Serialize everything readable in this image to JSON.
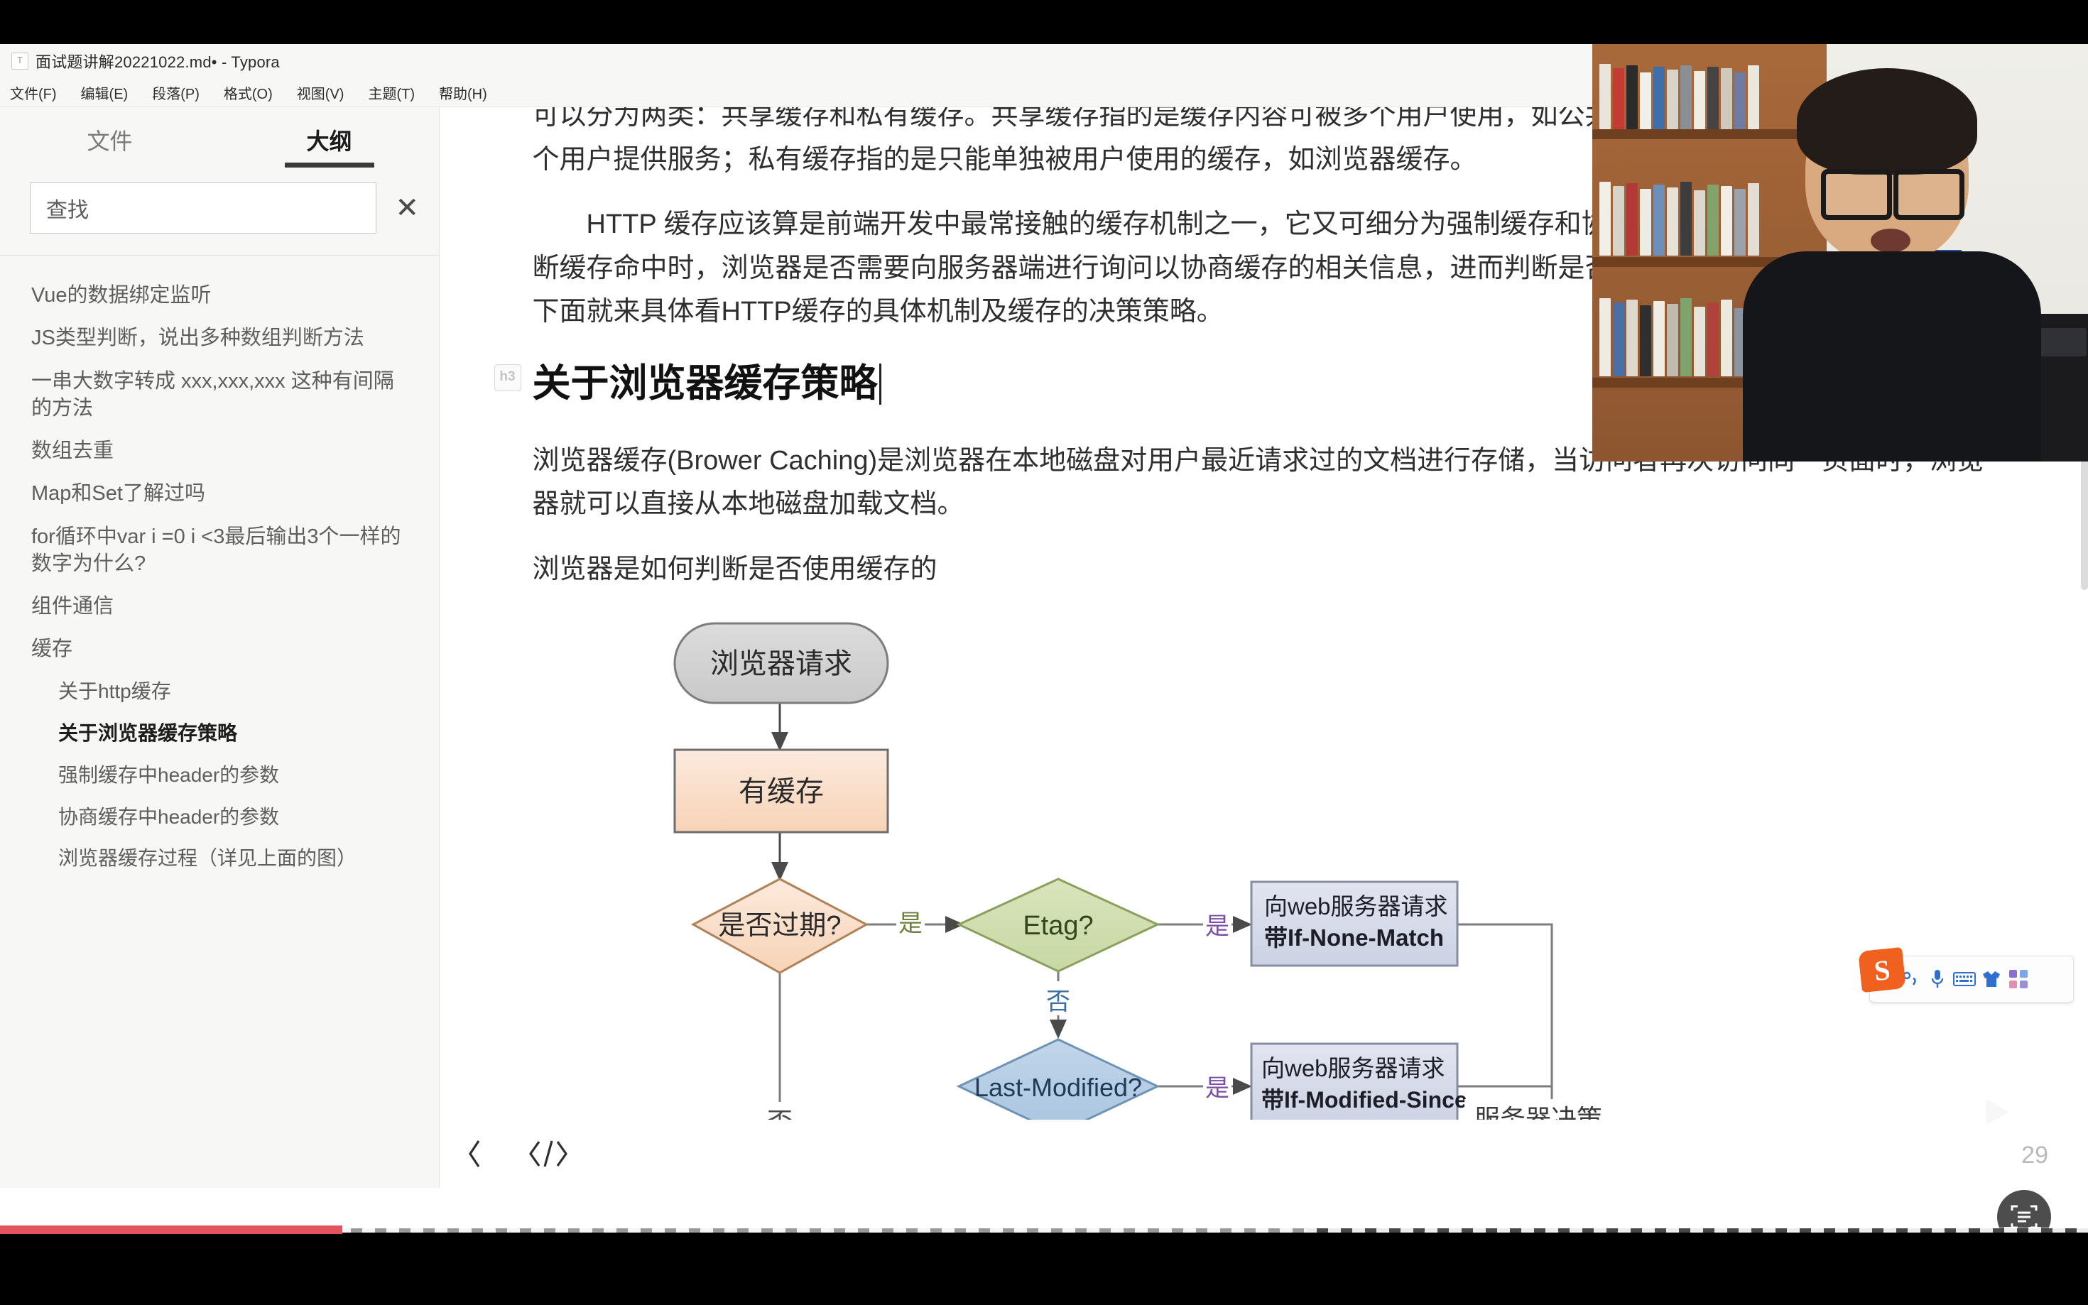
{
  "window": {
    "title": "面试题讲解20221022.md• - Typora",
    "icon": "typora-doc-icon",
    "controls": {
      "minimize": "—",
      "restore": "❐"
    }
  },
  "menubar": {
    "items": [
      {
        "label": "文件(F)"
      },
      {
        "label": "编辑(E)"
      },
      {
        "label": "段落(P)"
      },
      {
        "label": "格式(O)"
      },
      {
        "label": "视图(V)"
      },
      {
        "label": "主题(T)"
      },
      {
        "label": "帮助(H)"
      }
    ]
  },
  "sidebar": {
    "tabs": [
      {
        "label": "文件",
        "active": false
      },
      {
        "label": "大纲",
        "active": true
      }
    ],
    "search": {
      "placeholder": "查找",
      "value": "",
      "clear_label": "✕"
    },
    "outline": [
      {
        "label": "Vue的数据绑定监听",
        "level": 1,
        "active": false
      },
      {
        "label": "JS类型判断，说出多种数组判断方法",
        "level": 1,
        "active": false
      },
      {
        "label": "一串大数字转成 xxx,xxx,xxx 这种有间隔的方法",
        "level": 1,
        "active": false
      },
      {
        "label": "数组去重",
        "level": 1,
        "active": false
      },
      {
        "label": "Map和Set了解过吗",
        "level": 1,
        "active": false
      },
      {
        "label": "for循环中var i =0 i <3最后输出3个一样的数字为什么?",
        "level": 1,
        "active": false
      },
      {
        "label": "组件通信",
        "level": 1,
        "active": false
      },
      {
        "label": "缓存",
        "level": 1,
        "active": false
      },
      {
        "label": "关于http缓存",
        "level": 2,
        "active": false
      },
      {
        "label": "关于浏览器缓存策略",
        "level": 2,
        "active": true
      },
      {
        "label": "强制缓存中header的参数",
        "level": 2,
        "active": false
      },
      {
        "label": "协商缓存中header的参数",
        "level": 2,
        "active": false
      },
      {
        "label": "浏览器缓存过程（详见上面的图）",
        "level": 2,
        "active": false
      }
    ]
  },
  "document": {
    "paragraph_clipped": "可以分为两类：共享缓存和私有缓存。共享缓存指的是缓存内容可被多个用户使用，如公共代理服务器上的缓存，可以为多个用户提供服务；私有缓存指的是只能单独被用户使用的缓存，如浏览器缓存。",
    "paragraph_http": "HTTP 缓存应该算是前端开发中最常接触的缓存机制之一，它又可细分为强制缓存和协商缓存，二者最大的区别在于判断缓存命中时，浏览器是否需要向服务器端进行询问以协商缓存的相关信息，进而判断是否需要就响应内容进行重新请求。下面就来具体看HTTP缓存的具体机制及缓存的决策策略。",
    "heading": "关于浏览器缓存策略",
    "heading_badge": "h3",
    "paragraph_browser": "浏览器缓存(Brower Caching)是浏览器在本地磁盘对用户最近请求过的文档进行存储，当访问者再次访问同一页面时，浏览器就可以直接从本地磁盘加载文档。",
    "paragraph_question": "浏览器是如何判断是否使用缓存的"
  },
  "flowchart": {
    "nodes": [
      {
        "id": "start",
        "label": "浏览器请求",
        "shape": "rounded",
        "fill": "#d4d4d4",
        "stroke": "#7d7d7d"
      },
      {
        "id": "cache",
        "label": "有缓存",
        "shape": "rect",
        "fill": "#fbe0cd",
        "stroke": "#6e6e6e"
      },
      {
        "id": "expired",
        "label": "是否过期?",
        "shape": "diamond",
        "fill": "#fbd9bd",
        "stroke": "#b08257"
      },
      {
        "id": "etag",
        "label": "Etag?",
        "shape": "diamond",
        "fill": "#d2dfb0",
        "stroke": "#8aa05c"
      },
      {
        "id": "lastmod",
        "label": "Last-Modified?",
        "shape": "diamond",
        "fill": "#b6cde6",
        "stroke": "#6f93b5"
      },
      {
        "id": "reqmatch",
        "label_1": "向web服务器请求",
        "label_2": "带If-None-Match",
        "shape": "rect",
        "fill": "#d8dcea",
        "stroke": "#868ea3"
      },
      {
        "id": "reqsince",
        "label_1": "向web服务器请求",
        "label_2": "带If-Modified-Since",
        "shape": "rect",
        "fill": "#d8dcea",
        "stroke": "#868ea3"
      }
    ],
    "edge_labels": [
      {
        "id": "expired-yes",
        "text": "是",
        "color": "#6d7f3c"
      },
      {
        "id": "expired-no",
        "text": "否",
        "color": "#4a4a4a"
      },
      {
        "id": "etag-no",
        "text": "否",
        "color": "#3a6ea5"
      },
      {
        "id": "etag-yes",
        "text": "是",
        "color": "#7b4ea8"
      },
      {
        "id": "lastmod-yes",
        "text": "是",
        "color": "#7b4ea8"
      },
      {
        "id": "server-decision",
        "text": "服务器决策",
        "color": "#3a3a3a"
      }
    ]
  },
  "editor_bar": {
    "outline_toggle": "‹",
    "source_code_toggle": "</>",
    "word_count": "29"
  },
  "ime": {
    "name": "搜狗输入法",
    "logo": "S",
    "buttons": [
      {
        "icon": "chinese-mode-icon",
        "label": "中"
      },
      {
        "icon": "punctuation-icon",
        "label": "°,"
      },
      {
        "icon": "microphone-icon",
        "label": "mic"
      },
      {
        "icon": "keyboard-icon",
        "label": "keyboard"
      },
      {
        "icon": "skin-icon",
        "label": "skin"
      },
      {
        "icon": "apps-grid-icon",
        "label": "apps"
      }
    ]
  },
  "overlays": {
    "webcam": "presenter-webcam",
    "watermark": "bilibili-tv-watermark",
    "ocr_badge": "screenshot-ocr-icon"
  },
  "colors": {
    "accent": "#3b3b3b",
    "progress": "#e4545e",
    "sogou_orange": "#f0601f",
    "sogou_blue": "#2f6fd0"
  }
}
